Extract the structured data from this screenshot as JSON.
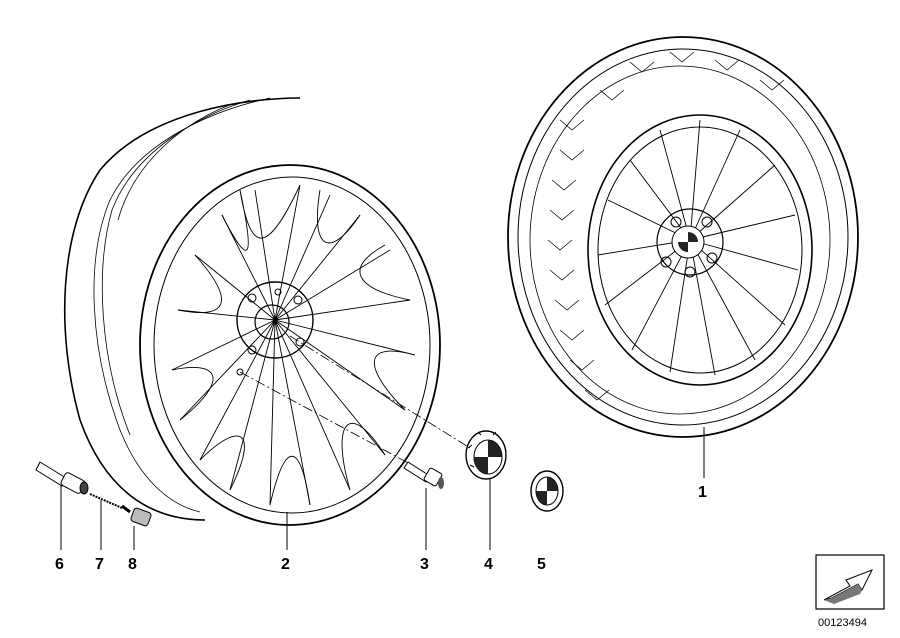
{
  "callouts": [
    {
      "label": "1",
      "part": "complete-wheel-with-tyre"
    },
    {
      "label": "2",
      "part": "light-alloy-rim"
    },
    {
      "label": "3",
      "part": "wheel-bolt"
    },
    {
      "label": "4",
      "part": "hub-cap"
    },
    {
      "label": "5",
      "part": "emblem"
    },
    {
      "label": "6",
      "part": "valve"
    },
    {
      "label": "7",
      "part": "valve-insert"
    },
    {
      "label": "8",
      "part": "valve-cap"
    }
  ],
  "document_number": "00123494",
  "icons": {
    "badge": "roundel-badge-icon",
    "direction": "direction-arrow-icon"
  }
}
